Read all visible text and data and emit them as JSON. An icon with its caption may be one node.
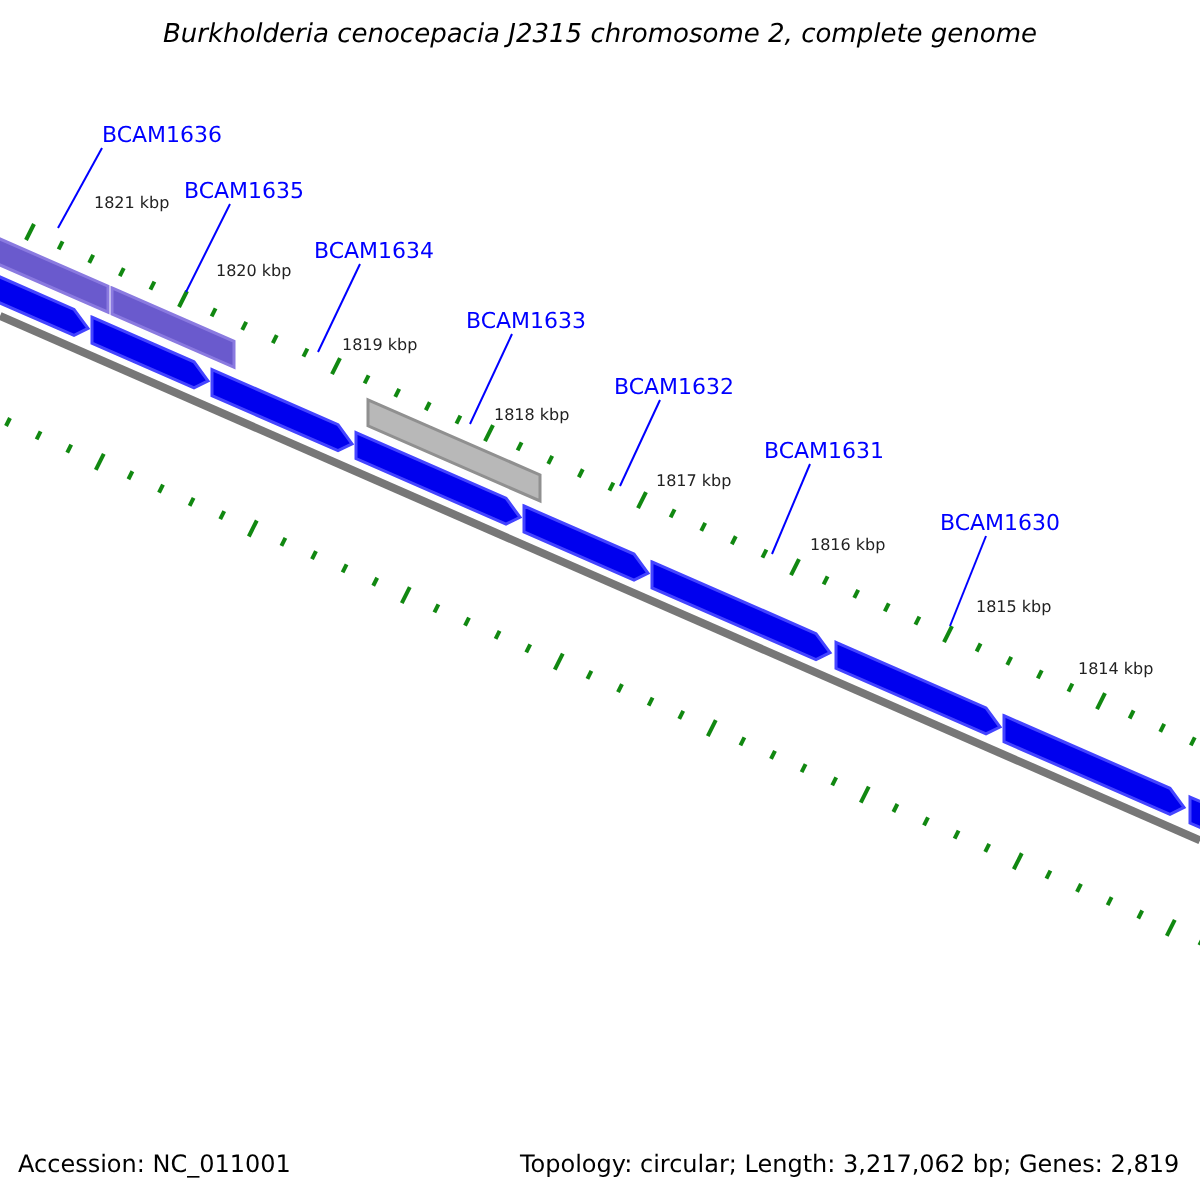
{
  "diagram": {
    "title": "Burkholderia cenocepacia J2315 chromosome 2, complete genome",
    "nodes": [
      {
        "text": [
          "BCAM1636"
        ]
      },
      {
        "text": [
          "BCAM1635"
        ]
      },
      {
        "text": [
          "BCAM1634"
        ]
      },
      {
        "text": [
          "BCAM1633"
        ]
      },
      {
        "text": [
          "BCAM1632"
        ]
      },
      {
        "text": [
          "BCAM1631"
        ]
      },
      {
        "text": [
          "BCAM1630"
        ]
      }
    ],
    "edges": [
      {
        "from": 0,
        "to": null,
        "arrow": "none"
      },
      {
        "from": 1,
        "to": null,
        "arrow": "none"
      },
      {
        "from": 2,
        "to": null,
        "arrow": "none"
      },
      {
        "from": 3,
        "to": null,
        "arrow": "none"
      },
      {
        "from": 4,
        "to": null,
        "arrow": "none"
      },
      {
        "from": 5,
        "to": null,
        "arrow": "none"
      },
      {
        "from": 6,
        "to": null,
        "arrow": "none"
      }
    ],
    "labels": [
      "1821 kbp",
      "1820 kbp",
      "1819 kbp",
      "1818 kbp",
      "1817 kbp",
      "1816 kbp",
      "1815 kbp",
      "1814 kbp",
      "Accession: NC_011001",
      "Topology: circular; Length: 3,217,062 bp; Genes: 2,819"
    ]
  }
}
